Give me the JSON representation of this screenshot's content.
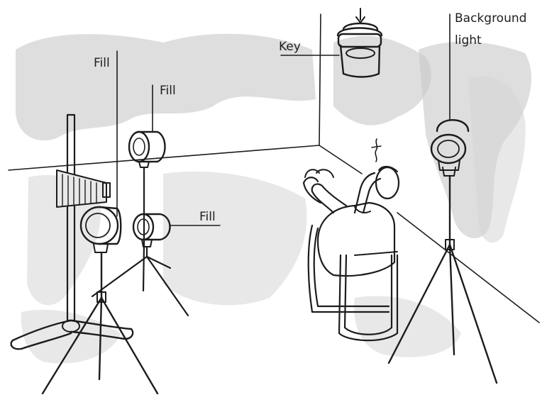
{
  "labels": {
    "key": "Key",
    "fill_1": "Fill",
    "fill_2": "Fill",
    "fill_3": "Fill",
    "background_line_1": "Background",
    "background_line_2": "light"
  },
  "colors": {
    "ink": "#1c1c1c",
    "wash": "#c9c9c9",
    "paper": "#ffffff"
  }
}
